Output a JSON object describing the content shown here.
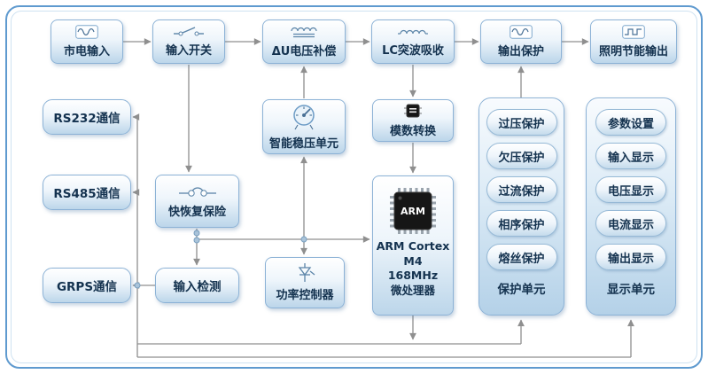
{
  "colors": {
    "frame_border": "#5f9acf",
    "node_border": "#8cb2d6",
    "node_fill_top": "#ffffff",
    "node_fill_bottom": "#bcd6ea",
    "text": "#14324f",
    "connector": "#8f8f8f",
    "chip_body": "#161616"
  },
  "icons": {
    "mains_input": "sine-wave-icon",
    "input_switch": "switch-icon",
    "voltage_compensation": "transformer-coil-icon",
    "lc_surge_absorber": "inductor-icon",
    "output_protection": "wave-icon",
    "lighting_output": "square-wave-icon",
    "smart_regulator": "meter-icon",
    "adc": "chip-icon",
    "fast_recovery_fuse": "fuse-icon",
    "power_controller": "thyristor-icon",
    "mcu": "arm-chip-icon"
  },
  "nodes": {
    "mains_input": {
      "label": "市电输入"
    },
    "input_switch": {
      "label": "输入开关"
    },
    "voltage_compensation": {
      "label": "ΔU电压补偿"
    },
    "lc_surge_absorber": {
      "label": "LC突波吸收"
    },
    "output_protection": {
      "label": "输出保护"
    },
    "lighting_output": {
      "label": "照明节能输出"
    },
    "rs232": {
      "label": "RS232通信"
    },
    "rs485": {
      "label": "RS485通信"
    },
    "gprs": {
      "label": "GRPS通信"
    },
    "smart_regulator": {
      "label": "智能稳压单元"
    },
    "adc": {
      "label": "模数转换"
    },
    "fast_recovery_fuse": {
      "label": "快恢复保险"
    },
    "input_detection": {
      "label": "输入检测"
    },
    "power_controller": {
      "label": "功率控制器"
    },
    "mcu": {
      "chip_label": "ARM",
      "lines": [
        "ARM Cortex",
        "M4",
        "168MHz",
        "微处理器"
      ]
    },
    "protection_unit": {
      "title": "保护单元",
      "items": [
        "过压保护",
        "欠压保护",
        "过流保护",
        "相序保护",
        "熔丝保护"
      ]
    },
    "display_unit": {
      "title": "显示单元",
      "items": [
        "参数设置",
        "输入显示",
        "电压显示",
        "电流显示",
        "输出显示"
      ]
    }
  }
}
